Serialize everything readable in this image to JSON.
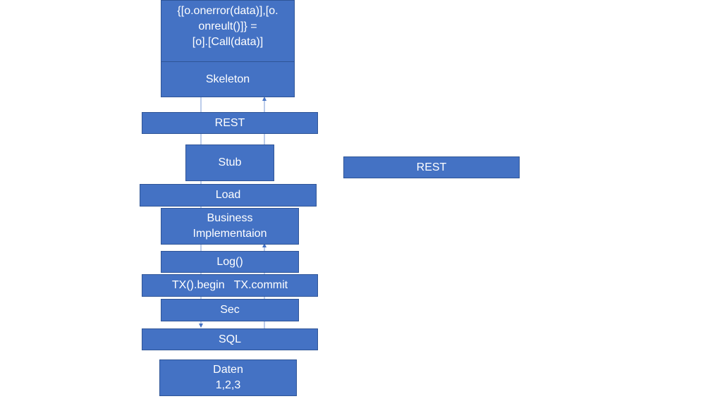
{
  "diagram": {
    "colors": {
      "box_fill": "#4472c4",
      "box_border": "#2f5597",
      "text": "#ffffff",
      "connector": "#8faadc"
    },
    "boxes": {
      "call_expression": "{[o.onerror(data)],[o.\nonreult()]} =\n[o].[Call(data)]",
      "skeleton": "Skeleton",
      "rest_server": "REST",
      "stub": "Stub",
      "rest_side": "REST",
      "load": "Load",
      "business": "Business\nImplementaion",
      "log": "Log()",
      "tx": "TX().begin   TX.commit",
      "sec": "Sec",
      "sql": "SQL",
      "daten": "Daten\n1,2,3"
    }
  }
}
